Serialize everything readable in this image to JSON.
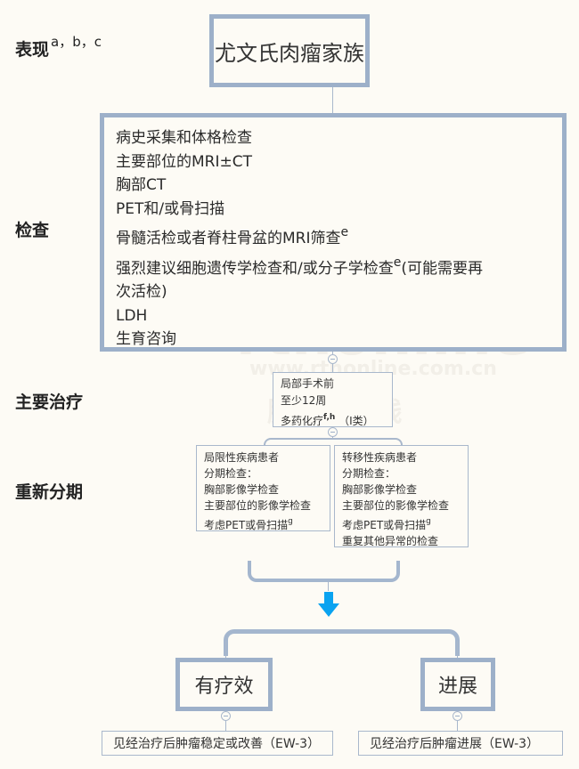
{
  "row_labels": {
    "presentation": "表现",
    "presentation_sup": "a，b，c",
    "workup": "检查",
    "primary_treatment": "主要治疗",
    "restaging": "重新分期"
  },
  "title_node": "尤文氏肉瘤家族",
  "workup_items": [
    "病史采集和体格检查",
    "主要部位的MRI±CT",
    "胸部CT",
    "PET和/或骨扫描",
    "骨髓活检或者脊柱骨盆的MRI筛查",
    "强烈建议细胞遗传学检查和/或分子学检查",
    "LDH",
    "生育咨询"
  ],
  "workup_sups": {
    "item4": "e",
    "item5": "e"
  },
  "workup_item5_suffix": "(可能需要再",
  "workup_item5_line2": "次活检)",
  "primary_treatment": {
    "line1": "局部手术前",
    "line2": "至少12周",
    "line3": "多药化疗",
    "line3_sup": "f,h",
    "category": "（I类）"
  },
  "restaging": {
    "localized": {
      "lines": [
        "局限性疾病患者",
        "分期检查：",
        "胸部影像学检查",
        "主要部位的影像学检查",
        "考虑PET或骨扫描"
      ],
      "sup": "g"
    },
    "metastatic": {
      "lines": [
        "转移性疾病患者",
        "分期检查：",
        "胸部影像学检查",
        "主要部位的影像学检查",
        "考虑PET或骨扫描",
        "重复其他异常的检查"
      ],
      "sup": "g"
    }
  },
  "outcomes": {
    "response": {
      "label": "有疗效",
      "next": "见经治疗后肿瘤稳定或改善（EW-3）"
    },
    "progression": {
      "label": "进展",
      "next": "见经治疗后肿瘤进展（EW-3）"
    }
  },
  "watermark": {
    "main": "rthonline",
    "url": "www.rthonline.com.cn",
    "cn": "肿 瘤 在 线"
  },
  "colors": {
    "border": "#9db0c9",
    "arrow": "#0aa3f0",
    "background": "#fdfbf5"
  }
}
